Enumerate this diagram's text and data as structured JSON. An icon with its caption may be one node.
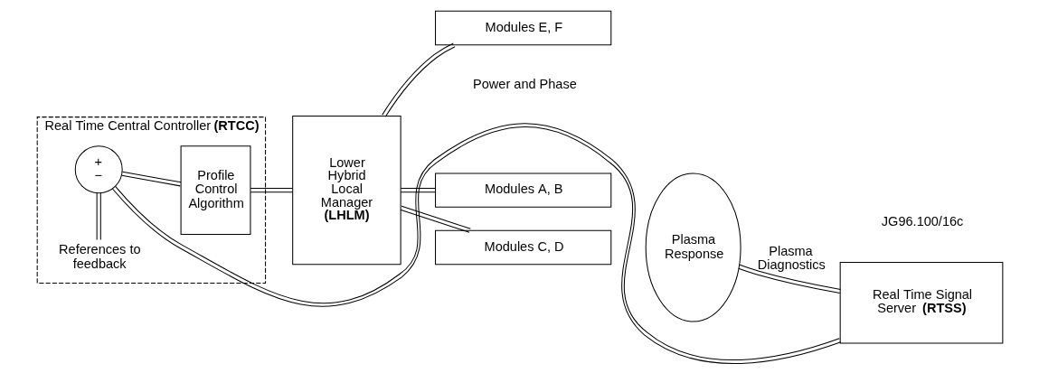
{
  "diagram": {
    "nodes": [
      {
        "text": [
          "Real Time Central Controller **(RTCC)**"
        ]
      },
      {
        "text": [
          "+",
          "−"
        ],
        "in": 0
      },
      {
        "text": [
          "Profile Control Algorithm"
        ],
        "in": 0
      },
      {
        "text": [
          "Lower Hybrid Local Manager **(LHLM)**"
        ]
      },
      {
        "text": [
          "Modules A, B"
        ]
      },
      {
        "text": [
          "Modules C, D"
        ]
      },
      {
        "text": [
          "Modules E, F"
        ]
      },
      {
        "text": [
          "Plasma Response"
        ]
      },
      {
        "text": [
          "Real Time Signal Server **(RTSS)**"
        ]
      },
      {
        "text": [
          "References to feedback"
        ],
        "in": 0
      }
    ],
    "edges": [
      {
        "from": 9,
        "to": 1,
        "arrow": "none"
      },
      {
        "from": 1,
        "to": 2,
        "arrow": "none"
      },
      {
        "from": 2,
        "to": 3,
        "arrow": "none"
      },
      {
        "from": 3,
        "to": 4,
        "arrow": "none"
      },
      {
        "from": 3,
        "to": 5,
        "arrow": "none"
      },
      {
        "from": 3,
        "to": 6,
        "arrow": "none"
      },
      {
        "from": 8,
        "to": 1,
        "arrow": "none"
      },
      {
        "from": 7,
        "to": 8,
        "arrow": "none",
        "label": "Plasma Diagnostics"
      }
    ],
    "labels": [
      "Power and Phase",
      "JG96.100/16c"
    ]
  }
}
